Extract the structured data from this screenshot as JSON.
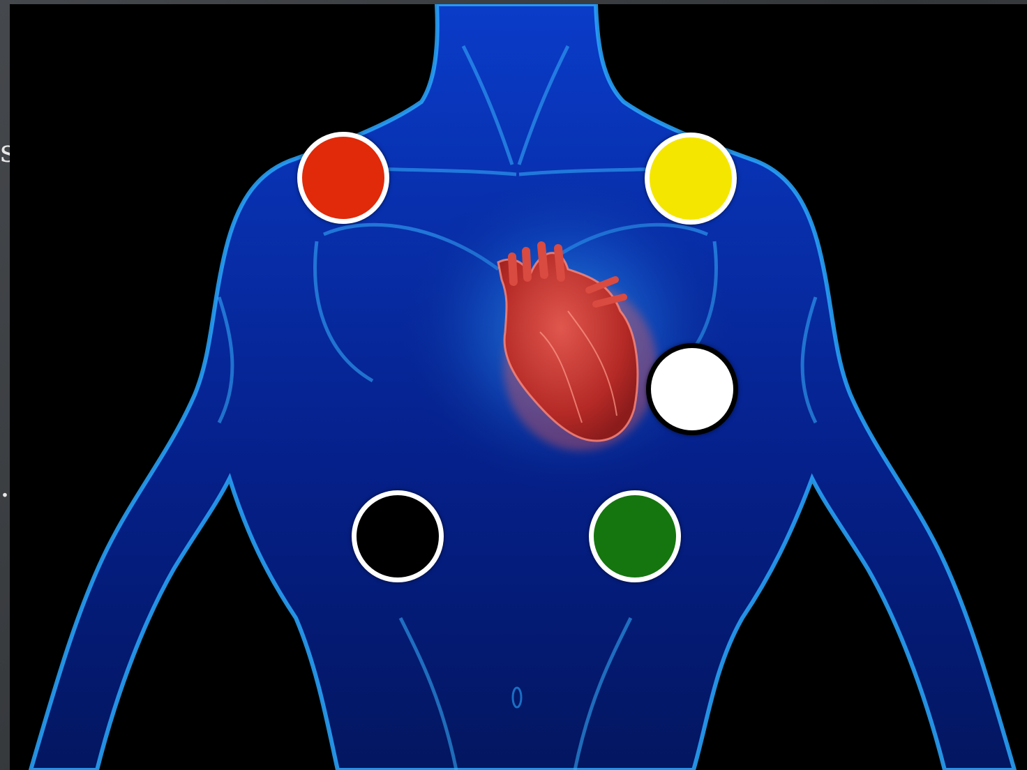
{
  "diagram": {
    "background_color": "#000000",
    "body_color": "#0b3fd6",
    "body_highlight_color": "#2aa8ff",
    "heart_color": "#c7332e",
    "electrodes": [
      {
        "id": "right-arm",
        "fill": "#e02a0a",
        "ring": "#ffffff"
      },
      {
        "id": "left-arm",
        "fill": "#f5e600",
        "ring": "#ffffff"
      },
      {
        "id": "chest",
        "fill": "#ffffff",
        "ring": "#000000"
      },
      {
        "id": "right-leg",
        "fill": "#000000",
        "ring": "#ffffff"
      },
      {
        "id": "left-leg",
        "fill": "#15760f",
        "ring": "#ffffff"
      }
    ]
  },
  "edge_text": {
    "top_glyph": "s",
    "bottom_glyph": "."
  }
}
